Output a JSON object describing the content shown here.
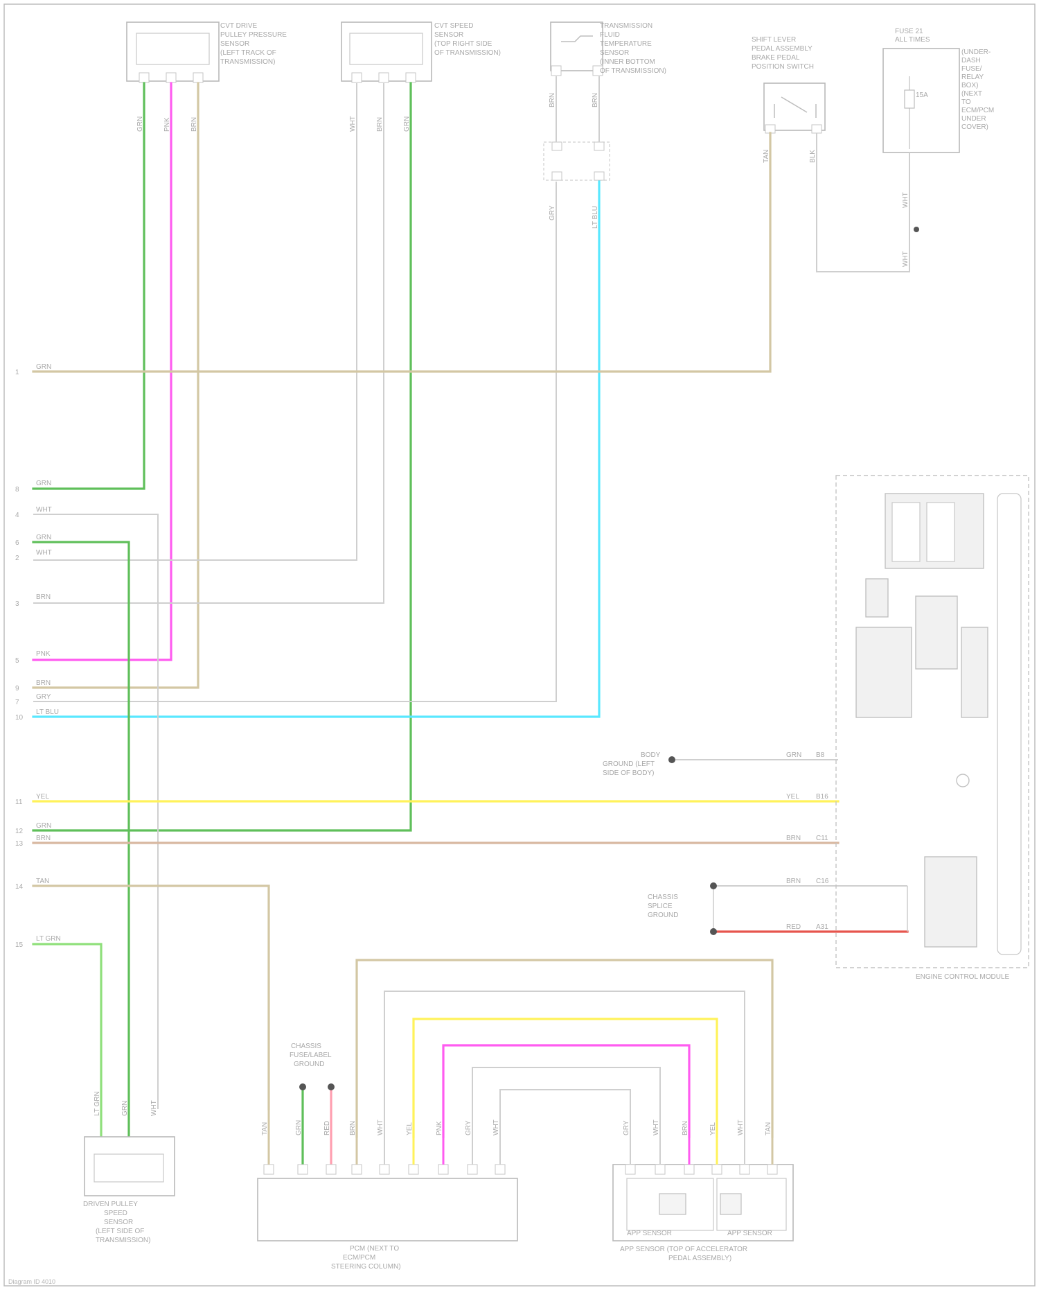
{
  "colors": {
    "background": "#ffffff",
    "wire_gray": "#cfcfcf",
    "wire_tan": "#d3c7a4",
    "wire_green": "#5fbf5a",
    "wire_light_green": "#8fe07b",
    "wire_pink": "#ff5cf0",
    "wire_cyan": "#59e8ff",
    "wire_yellow": "#fff25a",
    "wire_red": "#e6554d",
    "wire_brown": "#d8b8a0",
    "frame": "#bdbdbd"
  },
  "components": {
    "top_sensor_1": [
      "CVT DRIVE",
      "PULLEY PRESSURE",
      "SENSOR",
      "(LEFT TRACK OF",
      "TRANSMISSION)"
    ],
    "top_sensor_2": [
      "CVT SPEED",
      "SENSOR",
      "(TOP RIGHT SIDE",
      "OF TRANSMISSION)"
    ],
    "top_sensor_3": [
      "TRANSMISSION",
      "FLUID",
      "TEMPERATURE",
      "SENSOR",
      "(INNER BOTTOM",
      "OF TRANSMISSION)"
    ],
    "top_sensor_4": [
      "SHIFT LEVER",
      "PEDAL ASSEMBLY",
      "BRAKE PEDAL",
      "POSITION SWITCH"
    ],
    "top_fuse": [
      "FUSE 21",
      "ALL TIMES"
    ],
    "top_fuse_side": [
      "(UNDER-",
      "DASH",
      "FUSE/",
      "RELAY",
      "BOX)",
      "(NEXT",
      "TO",
      "ECM/PCM",
      "UNDER",
      "COVER)"
    ],
    "bottom_sensor_left": [
      "DRIVEN PULLEY",
      "SPEED",
      "SENSOR",
      "(LEFT SIDE OF",
      "TRANSMISSION)"
    ],
    "bottom_connector_middle": [
      "PCM (NEXT TO",
      "ECM/PCM",
      "STEERING COLUMN)"
    ],
    "bottom_switch_right": [
      "APP SENSOR (TOP OF ACCELERATOR",
      "PEDAL ASSEMBLY)"
    ],
    "bottom_switch_right_sub": [
      "APP SENSOR",
      "APP SENSOR"
    ],
    "ground_middle": [
      "CHASSIS",
      "FUSE/LABEL",
      "GROUND"
    ],
    "ecm_module": [
      "ENGINE CONTROL MODULE"
    ],
    "ground_right_1": [
      "BODY",
      "GROUND (LEFT",
      "SIDE OF BODY)"
    ],
    "ground_right_2": [
      "CHASSIS",
      "SPLICE",
      "GROUND"
    ],
    "footer": [
      "Diagram ID 4010"
    ]
  },
  "left_pins": [
    {
      "no": "1",
      "wire": "GRN"
    },
    {
      "no": "8",
      "wire": "GRN"
    },
    {
      "no": "4",
      "wire": "WHT"
    },
    {
      "no": "6",
      "wire": "GRN"
    },
    {
      "no": "2",
      "wire": "WHT"
    },
    {
      "no": "3",
      "wire": "BRN"
    },
    {
      "no": "5",
      "wire": "PNK"
    },
    {
      "no": "9",
      "wire": "BRN"
    },
    {
      "no": "7",
      "wire": "GRY"
    },
    {
      "no": "10",
      "wire": "LT BLU"
    },
    {
      "no": "11",
      "wire": "YEL"
    },
    {
      "no": "12",
      "wire": "GRN"
    },
    {
      "no": "13",
      "wire": "BRN"
    },
    {
      "no": "14",
      "wire": "TAN"
    },
    {
      "no": "15",
      "wire": "LT GRN"
    }
  ],
  "right_labels": [
    {
      "wire": "GRN",
      "pin": "B8"
    },
    {
      "wire": "YEL",
      "pin": "B16"
    },
    {
      "wire": "BRN",
      "pin": "C11"
    },
    {
      "wire": "BRN",
      "pin": "C16"
    },
    {
      "wire": "RED",
      "pin": "A31"
    }
  ],
  "vertical_labels": {
    "s1": [
      "GRN",
      "PNK",
      "BRN"
    ],
    "s2": [
      "WHT",
      "BRN",
      "GRN"
    ],
    "s3": [
      "BRN",
      "BRN"
    ],
    "s3b": [
      "GRY",
      "LT BLU"
    ],
    "s4": [
      "TAN",
      "BLK"
    ],
    "fuse": [
      "WHT",
      "WHT"
    ],
    "bl": [
      "LT GRN",
      "GRN",
      "WHT"
    ],
    "bm": [
      "TAN",
      "GRN",
      "RED",
      "BRN",
      "WHT",
      "YEL",
      "PNK",
      "GRY",
      "WHT"
    ],
    "br": [
      "GRY",
      "WHT",
      "BRN",
      "YEL",
      "WHT",
      "TAN"
    ]
  }
}
